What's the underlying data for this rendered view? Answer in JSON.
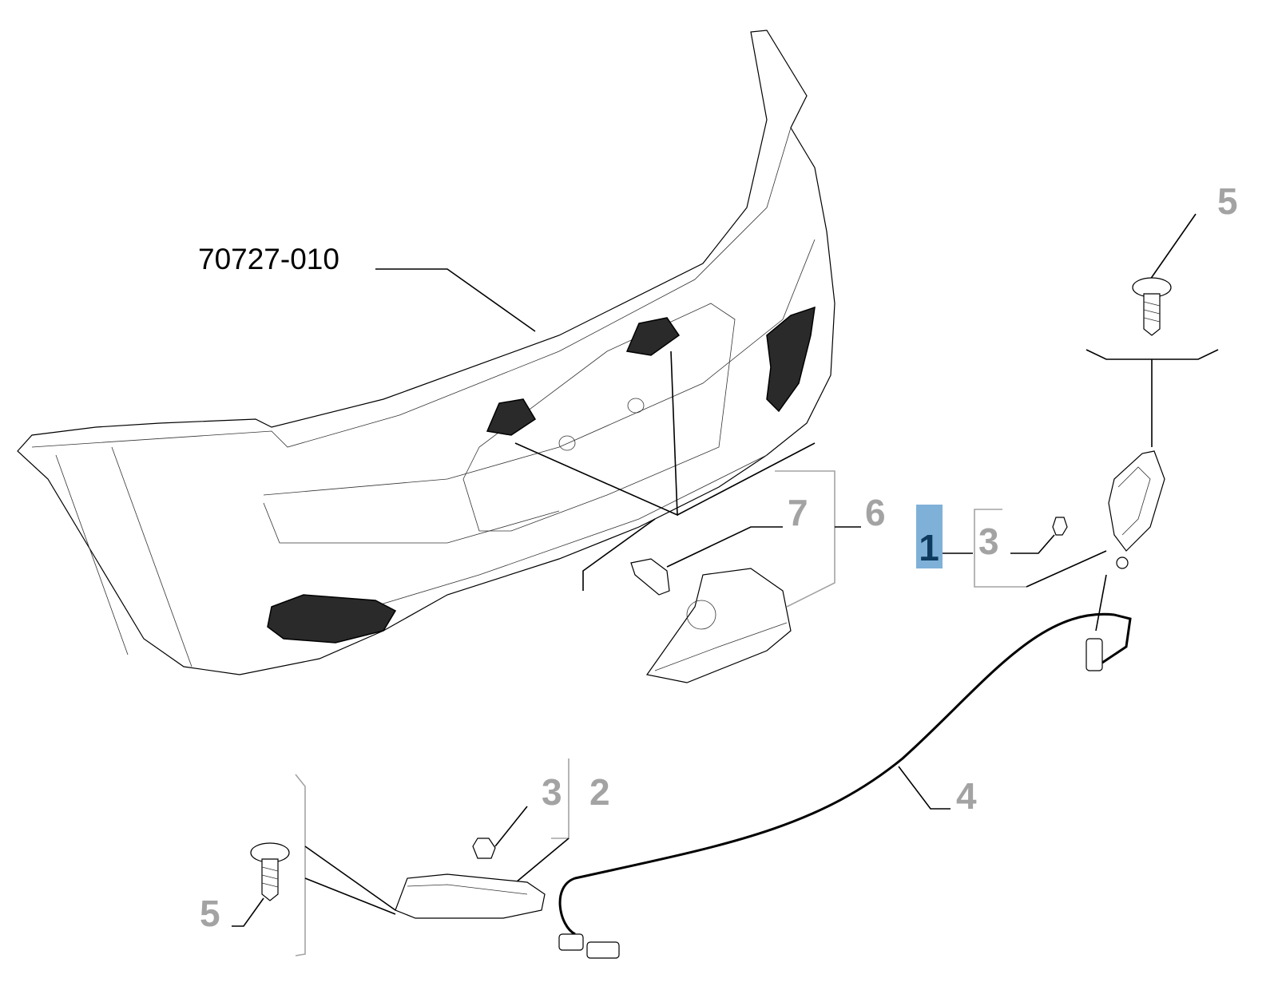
{
  "diagram": {
    "title_part_number": "70727-010",
    "callouts": [
      {
        "id": "5",
        "label": "5",
        "part": "screw-top"
      },
      {
        "id": "7",
        "label": "7",
        "part": "bulb-plate"
      },
      {
        "id": "6",
        "label": "6",
        "part": "license-plate-light"
      },
      {
        "id": "1",
        "label": "1",
        "part": "right-lamp-assembly",
        "highlighted": true
      },
      {
        "id": "3a",
        "label": "3",
        "part": "bulb-right"
      },
      {
        "id": "3b",
        "label": "3",
        "part": "bulb-left"
      },
      {
        "id": "2",
        "label": "2",
        "part": "left-lamp-assembly"
      },
      {
        "id": "4",
        "label": "4",
        "part": "wiring-harness"
      },
      {
        "id": "5b",
        "label": "5",
        "part": "screw-bottom"
      }
    ],
    "colors": {
      "highlight": "#7fb1d8",
      "highlight_text": "#0d3a5e",
      "callout_gray": "#a3a3a3"
    }
  }
}
